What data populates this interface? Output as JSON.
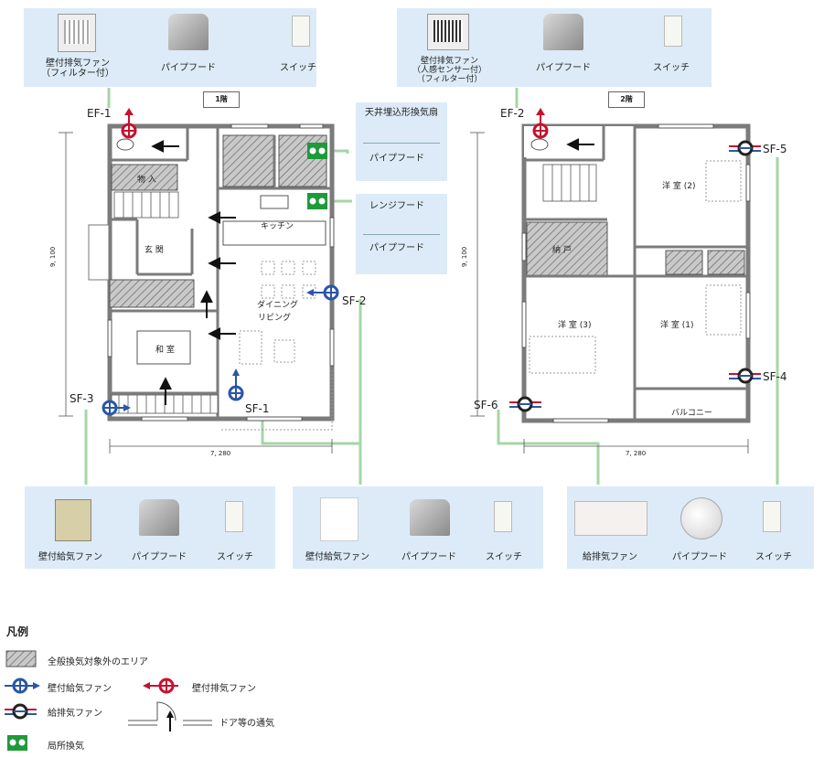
{
  "floor1": {
    "label": "1階",
    "rooms": {
      "storage": "物 入",
      "entrance": "玄 関",
      "kitchen": "キッチン",
      "dining": "ダイニング",
      "living": "リビング",
      "washitsu": "和 室"
    },
    "dim_width": "7, 280",
    "dim_height": "9, 100",
    "codes": {
      "ef1": "EF-1",
      "sf1": "SF-1",
      "sf2": "SF-2",
      "sf3": "SF-3"
    }
  },
  "floor2": {
    "label": "2階",
    "rooms": {
      "room2": "洋 室 (2)",
      "room3": "洋 室 (3)",
      "room1": "洋 室 (1)",
      "closet": "納 戸",
      "balcony": "バルコニー"
    },
    "dim_width": "7, 280",
    "dim_height": "9, 100",
    "codes": {
      "ef2": "EF-2",
      "sf4": "SF-4",
      "sf5": "SF-5",
      "sf6": "SF-6"
    }
  },
  "panels": {
    "top_left": {
      "fan": "壁付排気ファン\n（フィルター付）",
      "hood": "パイプフード",
      "switch": "スイッチ"
    },
    "top_right": {
      "fan": "壁付排気ファン\n（人感センサー付）\n（フィルター付）",
      "hood": "パイプフード",
      "switch": "スイッチ"
    },
    "ceiling": {
      "title": "天井埋込形換気扇",
      "hood": "パイプフード"
    },
    "range": {
      "title": "レンジフード",
      "hood": "パイプフード"
    },
    "bottom_left": {
      "fan": "壁付給気ファン",
      "hood": "パイプフード",
      "switch": "スイッチ"
    },
    "bottom_mid": {
      "fan": "壁付給気ファン",
      "hood": "パイプフード",
      "switch": "スイッチ"
    },
    "bottom_right": {
      "fan": "給排気ファン",
      "hood": "パイプフード",
      "switch": "スイッチ"
    }
  },
  "legend": {
    "title": "凡例",
    "hatched": "全般換気対象外のエリア",
    "supply": "壁付給気ファン",
    "exhaust": "壁付排気ファン",
    "supply_exhaust": "給排気ファン",
    "door": "ドア等の通気",
    "local": "局所換気"
  },
  "colors": {
    "panel": "#dcebf7",
    "supply": "#2a56a8",
    "exhaust": "#c8102e",
    "line": "#a6d6a6",
    "local": "#1f9a3a",
    "wall": "#7b7b7b"
  }
}
